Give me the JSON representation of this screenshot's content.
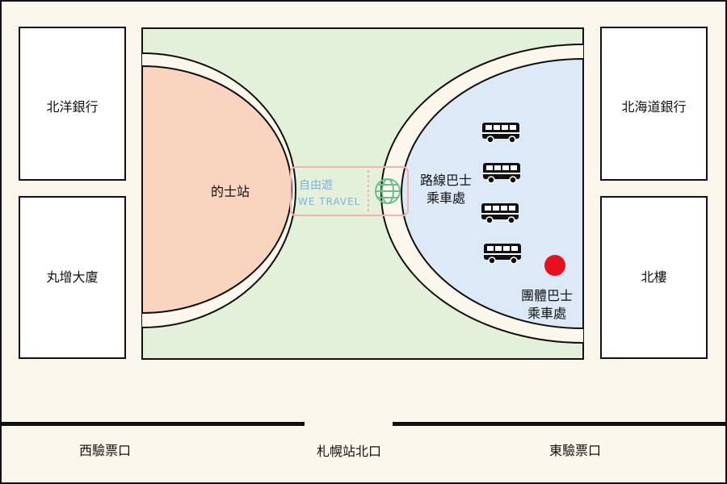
{
  "colors": {
    "background": "#fbf7ec",
    "plaza": "#e3f0da",
    "taxi_zone": "#f9d4bf",
    "bus_zone": "#dce9f6",
    "stop_marker": "#e8101c",
    "watermark_pink": "#f4b3ad",
    "watermark_blue": "#7fb2e0",
    "watermark_green": "#6cbf8b"
  },
  "buildings": {
    "top_left": "北洋銀行",
    "bottom_left": "丸增大廈",
    "top_right": "北海道銀行",
    "bottom_right": "北樓"
  },
  "zones": {
    "taxi": "的士站",
    "route_bus": "路線巴士\n乘車處",
    "tour_bus": "團體巴士\n乘車處"
  },
  "exits": {
    "west": "西驗票口",
    "center": "札幌站北口",
    "east": "東驗票口"
  },
  "watermark": {
    "line1": "自由遊",
    "line2": "WE TRAVEL",
    "icon": "globe-icon"
  },
  "bus_icons": [
    "bus-icon",
    "bus-icon",
    "bus-icon",
    "bus-icon"
  ]
}
